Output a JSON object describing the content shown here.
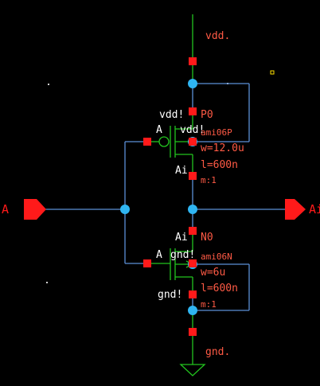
{
  "nets": {
    "vdd": "vdd.",
    "gnd": "gnd.",
    "input_pin": "A",
    "output_pin": "Ai"
  },
  "pmos": {
    "instance": "P0",
    "model": "ami06P",
    "width": "w=12.0u",
    "length": "l=600n",
    "multiplier": "m:1",
    "bulk_label": "vdd!",
    "bulk_label_2": "vdd!",
    "gate_label": "A",
    "drain_label": "Ai"
  },
  "nmos": {
    "instance": "N0",
    "model": "ami06N",
    "width": "w=6u",
    "length": "l=600n",
    "multiplier": "m:1",
    "bulk_label": "gnd!",
    "bulk_label_2": "gnd!",
    "gate_label": "A",
    "drain_label": "Ai"
  },
  "colors": {
    "background": "#000000",
    "wire": "#5b8fd6",
    "device": "#22c41e",
    "node": "#2fb5f2",
    "pin": "#ff1a1a",
    "label_red": "#ff5a45",
    "label_white": "#ffffff",
    "marker_yellow": "#ffe000"
  }
}
